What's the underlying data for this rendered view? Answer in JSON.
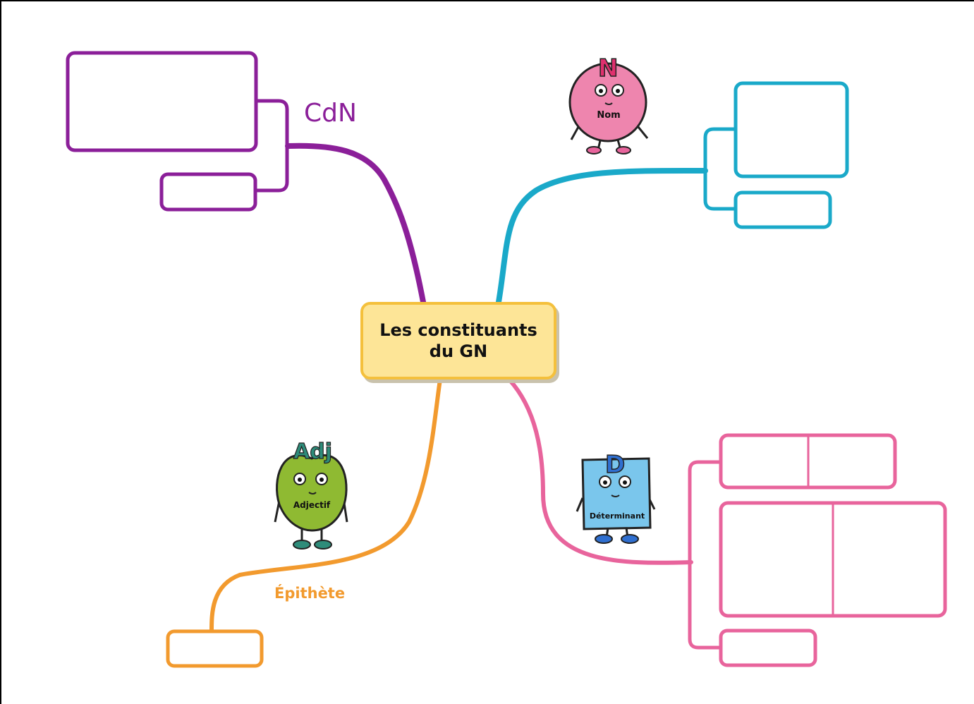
{
  "title": "Les constituants du GN",
  "branches": {
    "cdn": {
      "label": "CdN",
      "color": "#8b1f99"
    },
    "nom": {
      "character_label": "Nom",
      "character_letter": "N",
      "color": "#1aa9c9"
    },
    "adjectif": {
      "label": "Épithète",
      "character_label": "Adjectif",
      "character_letter": "Adj",
      "color": "#f29a2e"
    },
    "determinant": {
      "character_label": "Déterminant",
      "character_letter": "D",
      "color": "#e8649c"
    }
  },
  "colors": {
    "center_fill": "#fde597",
    "center_border": "#f4c03c",
    "nom_character": "#ee85ae",
    "adjectif_character": "#8fba32",
    "determinant_character": "#7ac6ec"
  }
}
